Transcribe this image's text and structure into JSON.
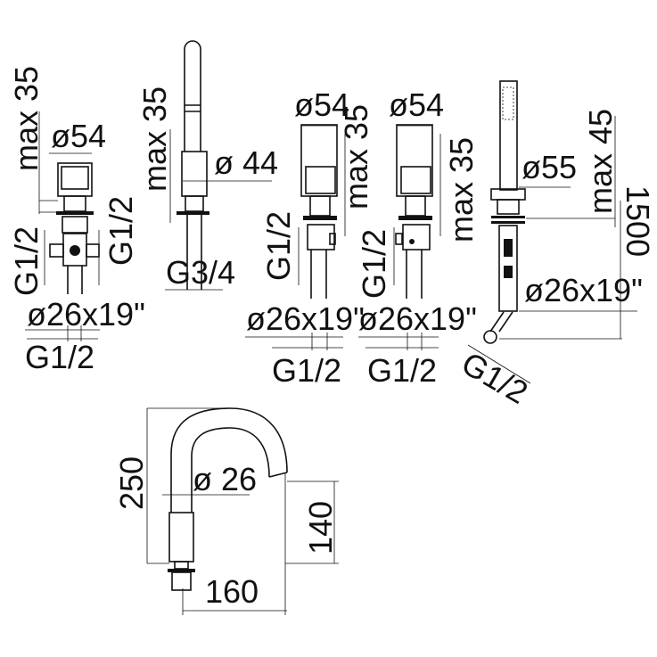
{
  "diagram": {
    "valve_left": {
      "max": "max 35",
      "g_side_left": "G1/2",
      "diameter": "ø54",
      "g_side_right": "G1/2",
      "hose": "ø26x19\"",
      "g_bottom": "G1/2"
    },
    "spout": {
      "max": "max 35",
      "diameter": "ø 44",
      "thread": "G3/4"
    },
    "valve_mid": {
      "diameter": "ø54",
      "max": "max 35",
      "g_side": "G1/2",
      "hose": "ø26x19\"",
      "g_bottom": "G1/2"
    },
    "valve_right": {
      "diameter": "ø54",
      "max": "max 35",
      "g_side": "G1/2",
      "hose": "ø26x19\"",
      "g_bottom": "G1/2"
    },
    "handshower": {
      "diameter": "ø55",
      "max": "max 45",
      "hose_length": "1500",
      "hose": "ø26x19\"",
      "thread": "G1/2"
    },
    "bath_spout": {
      "height": "250",
      "diameter": "ø 26",
      "outlet_height": "140",
      "reach": "160"
    }
  }
}
